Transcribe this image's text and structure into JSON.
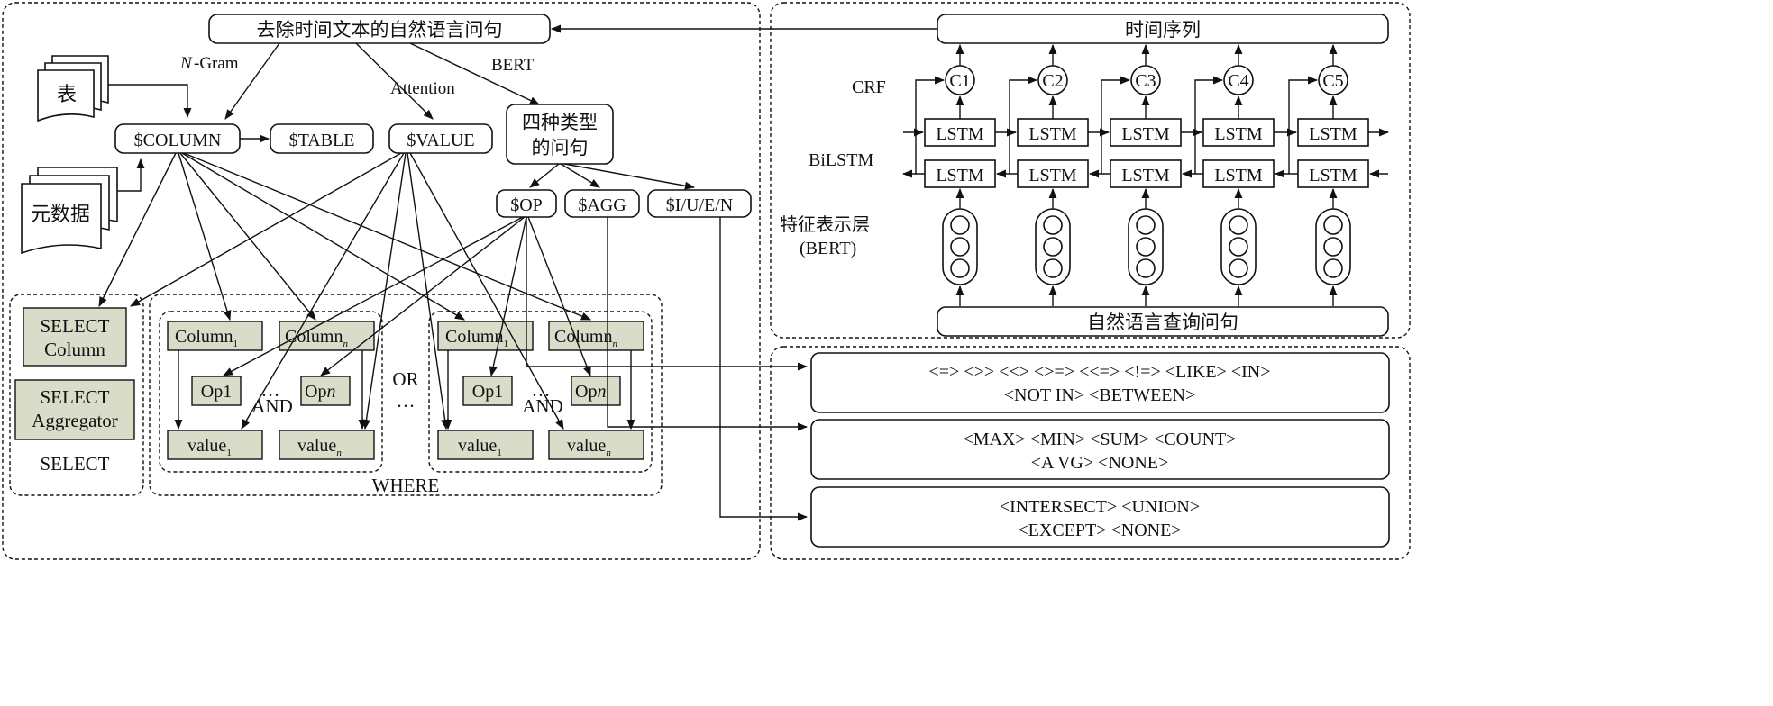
{
  "question_box": "去除时间文本的自然语言问句",
  "time_seq": "时间序列",
  "nl_query": "自然语言查询问句",
  "edge_labels": {
    "ngram_n": "N",
    "ngram": "-Gram",
    "attention": "Attention",
    "bert": "BERT"
  },
  "docs": {
    "table": "表",
    "metadata": "元数据"
  },
  "placeholders": {
    "column": "$COLUMN",
    "table": "$TABLE",
    "value": "$VALUE",
    "op": "$OP",
    "agg": "$AGG",
    "iuen": "$I/U/E/N"
  },
  "four_types": [
    "四种类型",
    "的问句"
  ],
  "select": {
    "col_line1": "SELECT",
    "col_line2": "Column",
    "agg_line1": "SELECT",
    "agg_line2": "Aggregator",
    "label": "SELECT"
  },
  "where": {
    "label": "WHERE",
    "column1": "Column",
    "column1_sub": "1",
    "columnn": "Column",
    "columnn_sub": "n",
    "op1": "Op1",
    "opn": "Op",
    "opn_sub": "n",
    "value1": "value",
    "value1_sub": "1",
    "valuen": "value",
    "valuen_sub": "n",
    "and": "AND",
    "or": "OR",
    "ellipsis": "…"
  },
  "right_labels": {
    "crf": "CRF",
    "bilstm": "BiLSTM",
    "feat1": "特征表示层",
    "feat2": "(BERT)"
  },
  "crf_nodes": [
    "C1",
    "C2",
    "C3",
    "C4",
    "C5"
  ],
  "lstm": "LSTM",
  "op_sets": {
    "ops_line1": "<=> <>> <<> <>=> <<=> <!=> <LIKE> <IN>",
    "ops_line2": "<NOT IN> <BETWEEN>",
    "agg_line1": "<MAX> <MIN> <SUM> <COUNT>",
    "agg_line2": "<A VG> <NONE>",
    "set_line1": "<INTERSECT> <UNION>",
    "set_line2": "<EXCEPT> <NONE>"
  }
}
